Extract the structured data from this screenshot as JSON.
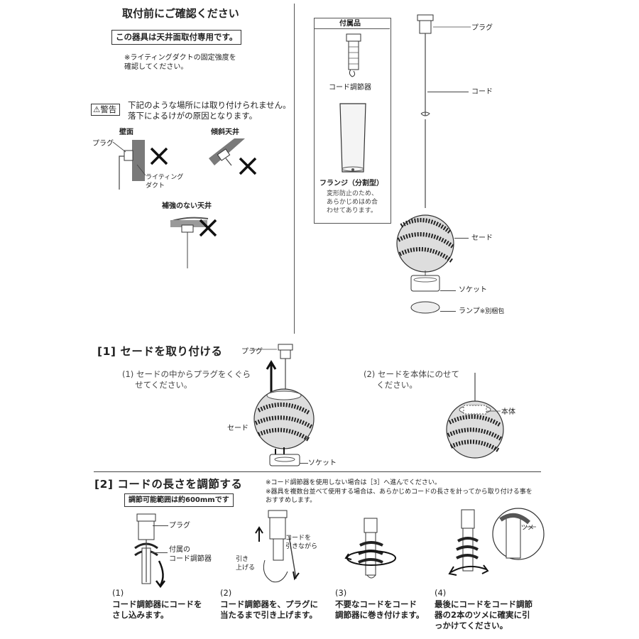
{
  "pre_check": {
    "title": "取付前にご確認ください",
    "ceiling_only": "この器具は天井面取付専用です。",
    "duct_note": "※ライティングダクトの固定強度を\n確認してください。",
    "warning_badge": "警告",
    "warning_text": "下記のような場所には取り付けられません。\n落下によるけがの原因となります。",
    "wall_label": "壁面",
    "slope_label": "傾斜天井",
    "plug_label": "プラグ",
    "duct_label": "ライティング\nダクト",
    "no_reinforce_label": "補強のない天井"
  },
  "parts": {
    "accessories_title": "付属品",
    "adjuster_label": "コード調節器",
    "flange_label": "フランジ（分割型）",
    "flange_note": "変形防止のため、\nあらかじめはめ合\nわせてあります。",
    "plug": "プラグ",
    "cord": "コード",
    "shade": "セード",
    "socket": "ソケット",
    "lamp": "ランプ",
    "lamp_note": "※別梱包"
  },
  "step1": {
    "title": "[1]  セードを取り付ける",
    "plug": "プラグ",
    "sub1": "(1) セードの中からプラグをくぐら\n     せてください。",
    "shade": "セード",
    "socket": "ソケット",
    "sub2": "(2) セードを本体にのせて\n     ください。",
    "body": "本体"
  },
  "step2": {
    "title": "[2]  コードの長さを調節する",
    "note1": "※コード調節器を使用しない場合は［3］へ進んでください。",
    "note2": "※器具を複数台並べて使用する場合は、あらかじめコードの長さを計ってから取り付ける事を\nおすすめします。",
    "range": "調節可能範囲は約600mmです",
    "fig1_plug": "プラグ",
    "fig1_adjuster": "付属の\nコード調節器",
    "fig2_cord": "コードを\n引きながら",
    "fig2_pull": "引き\n上げる",
    "fig4_claw": "ツメ",
    "steps": [
      {
        "num": "(1)",
        "text": "コード調節器にコードを\nさし込みます。"
      },
      {
        "num": "(2)",
        "text": "コード調節器を、プラグに\n当たるまで引き上げます。"
      },
      {
        "num": "(3)",
        "text": "不要なコードをコード\n調節器に巻き付けます。"
      },
      {
        "num": "(4)",
        "text": "最後にコードをコード調節\n器の2本のツメに確実に引\nっかけてください。"
      }
    ]
  }
}
